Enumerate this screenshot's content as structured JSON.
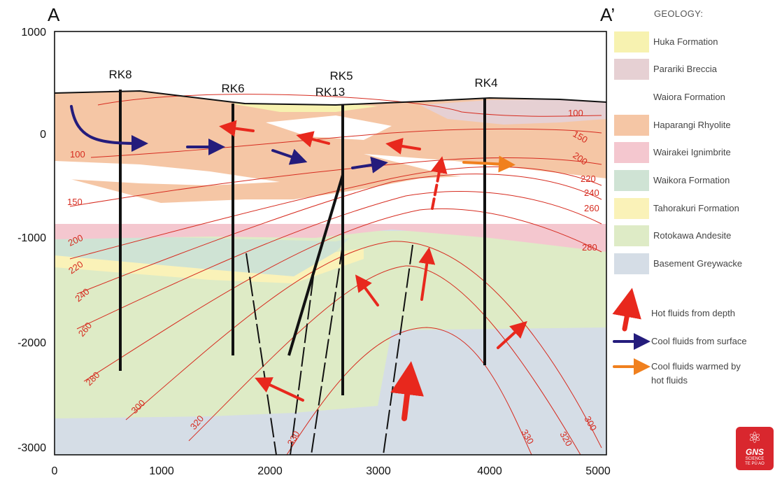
{
  "section": {
    "left_label": "A",
    "right_label": "A’"
  },
  "y_axis": {
    "ticks": [
      "1000",
      "0",
      "-1000",
      "-2000",
      "-3000"
    ]
  },
  "x_axis": {
    "ticks": [
      "0",
      "1000",
      "2000",
      "3000",
      "4000",
      "5000"
    ]
  },
  "wells": [
    {
      "name": "RK8"
    },
    {
      "name": "RK6"
    },
    {
      "name": "RK5"
    },
    {
      "name": "RK13"
    },
    {
      "name": "RK4"
    }
  ],
  "isotherms": {
    "left": [
      "100",
      "150",
      "200",
      "220",
      "240",
      "260",
      "280",
      "300",
      "320",
      "330"
    ],
    "right": [
      "100",
      "150",
      "200",
      "220",
      "240",
      "260",
      "280",
      "300",
      "320",
      "330"
    ]
  },
  "legend": {
    "title": "GEOLOGY:",
    "units": [
      {
        "label": "Huka Formation",
        "color": "#f7f2b0"
      },
      {
        "label": "Parariki Breccia",
        "color": "#e6d0d3"
      },
      {
        "label": "Waiora Formation",
        "color": "#ffffff"
      },
      {
        "label": "Haparangi Rhyolite",
        "color": "#f5c6a5"
      },
      {
        "label": "Wairakei Ignimbrite",
        "color": "#f4c7cf"
      },
      {
        "label": "Waikora Formation",
        "color": "#cfe3d4"
      },
      {
        "label": "Tahorakuri Formation",
        "color": "#faf2b8"
      },
      {
        "label": "Rotokawa Andesite",
        "color": "#deebc6"
      },
      {
        "label": "Basement Greywacke",
        "color": "#d5dde6"
      }
    ],
    "flows": [
      {
        "label": "Hot fluids from depth",
        "color": "#e8281d"
      },
      {
        "label": "Cool fluids from surface",
        "color": "#241c7c"
      },
      {
        "label": "Cool fluids warmed by",
        "label2": "hot fluids",
        "color": "#f0801e"
      }
    ]
  },
  "logo": {
    "text": "GNS",
    "sub": "SCIENCE",
    "sub2": "TE PŪ AO"
  }
}
